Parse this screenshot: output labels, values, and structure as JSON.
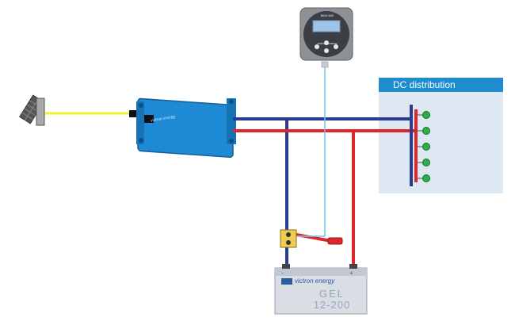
{
  "dc_panel": {
    "title": "DC distribution"
  },
  "battery_monitor": {
    "title": "BMV-600",
    "brand": "victron energy"
  },
  "charger": {
    "brand": "victron energy"
  },
  "battery": {
    "brand": "victron energy",
    "type": "GEL",
    "model": "12-200",
    "neg_sign": "-",
    "pos_sign": "+"
  },
  "colors": {
    "positive_cable": "#e0262b",
    "negative_cable": "#2b3b8f",
    "solar_cable": "#f2f02a",
    "signal_cable": "#6ec6f0",
    "charger_body": "#1e8ad6",
    "panel_bg": "#dde8f2",
    "panel_header": "#1f8ccf",
    "terminal_green": "#2db04a"
  }
}
